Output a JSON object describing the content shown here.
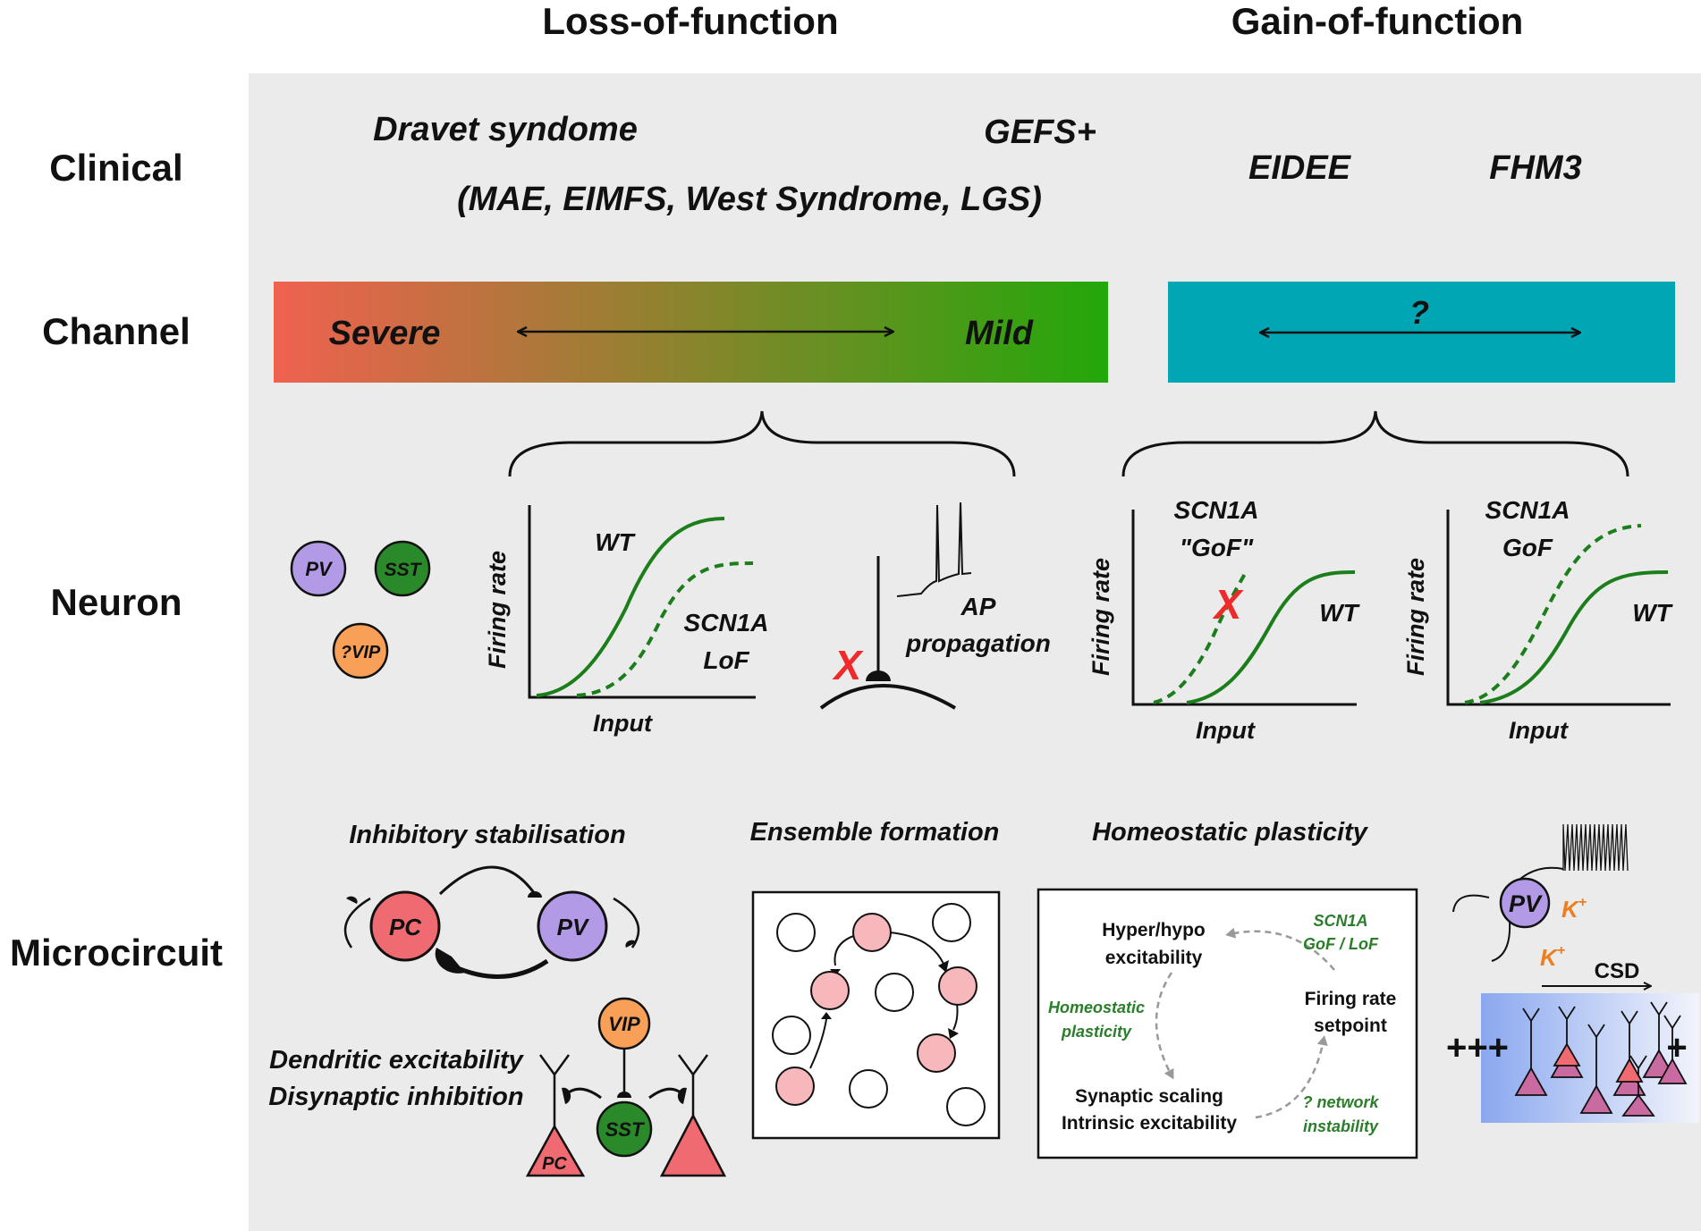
{
  "header": {
    "lof": "Loss-of-function",
    "gof": "Gain-of-function"
  },
  "rows": {
    "clinical": "Clinical",
    "channel": "Channel",
    "neuron": "Neuron",
    "microcircuit": "Microcircuit"
  },
  "clinical": {
    "dravet": "Dravet syndome",
    "gefs": "GEFS+",
    "others": "(MAE, EIMFS, West Syndrome, LGS)",
    "eidee": "EIDEE",
    "fhm3": "FHM3"
  },
  "channel": {
    "severe": "Severe",
    "mild": "Mild",
    "question": "?"
  },
  "colors": {
    "panel": "#ebebeb",
    "severe": "#f06150",
    "mild": "#22a80a",
    "gof_bar": "#00a6b4",
    "curve": "#1b7e1b",
    "pv": "#b39ae6",
    "sst": "#2a8a2a",
    "vip": "#f8a058",
    "pc": "#f06a72",
    "ensemble_on": "#f7b8bc",
    "cross": "#ee2a2a",
    "k_ion": "#ee7d20",
    "homeo_green": "#2a7e2a"
  },
  "neuron": {
    "cells": {
      "pv": "PV",
      "sst": "SST",
      "vip": "?VIP"
    },
    "fr_axis": "Firing rate",
    "input_axis": "Input",
    "lof_plot": {
      "wt": "WT",
      "mut_line1": "SCN1A",
      "mut_line2": "LoF"
    },
    "ap": {
      "line1": "AP",
      "line2": "propagation",
      "cross": "X"
    },
    "gof1": {
      "title1": "SCN1A",
      "title2": "\"GoF\"",
      "cross": "X",
      "wt": "WT"
    },
    "gof2": {
      "title1": "SCN1A",
      "title2": "GoF",
      "wt": "WT"
    }
  },
  "micro": {
    "inhib_title": "Inhibitory stabilisation",
    "ensemble_title": "Ensemble formation",
    "homeo_title": "Homeostatic plasticity",
    "pc": "PC",
    "pv": "PV",
    "vip": "VIP",
    "sst": "SST",
    "dend1": "Dendritic excitability",
    "dend2": "Disynaptic inhibition",
    "hyper1": "Hyper/hypo",
    "hyper2": "excitability",
    "setpoint1": "Firing rate",
    "setpoint2": "setpoint",
    "scaling1": "Synaptic scaling",
    "scaling2": "Intrinsic excitability",
    "homeo1": "Homeostatic",
    "homeo2": "plasticity",
    "scn1": "SCN1A",
    "scn2": "GoF / LoF",
    "net1": "? network",
    "net2": "instability",
    "k": "K",
    "kplus": "+",
    "csd": "CSD",
    "plus_left": "+++",
    "plus_right": "+"
  }
}
